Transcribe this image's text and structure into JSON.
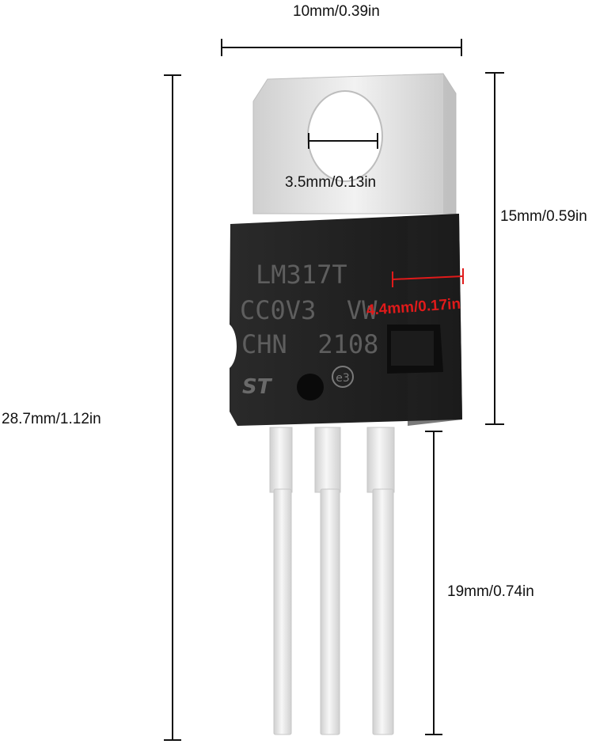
{
  "dimensions": {
    "width_total": "10mm/0.39in",
    "hole": "3.5mm/0.13in",
    "tab_height": "15mm/0.59in",
    "body_thickness": "4.4mm/0.17in",
    "total_height": "28.7mm/1.12in",
    "lead_length": "19mm/0.74in"
  },
  "part_marking": {
    "line1": "LM317T",
    "line2": "CC0V3  VW",
    "line3": "CHN  2108",
    "logo": "ST",
    "mark": "e3"
  },
  "colors": {
    "dimension_line": "#111111",
    "highlight": "#e01a1a",
    "package_body": "#1b1b1b",
    "metal_tab": "#e6e6e6",
    "lead": "#ececec"
  }
}
